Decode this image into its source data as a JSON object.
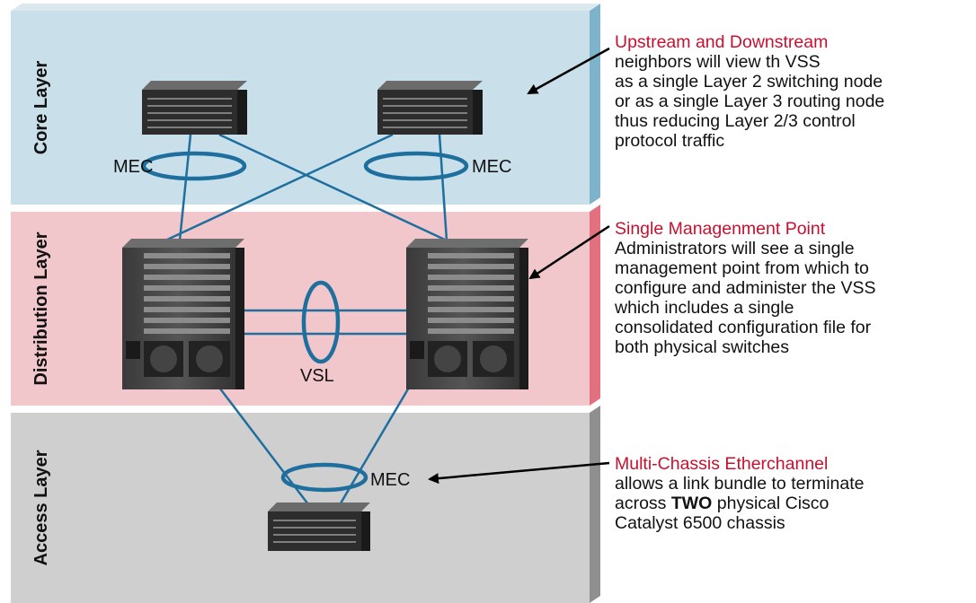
{
  "layers": [
    {
      "label": "Core Layer",
      "color": "#c9e0ea",
      "edge": "#7fb3cc"
    },
    {
      "label": "Distribution Layer",
      "color": "#f1c7cc",
      "edge": "#e3707f"
    },
    {
      "label": "Access Layer",
      "color": "#cfcfcf",
      "edge": "#8f8f8f"
    }
  ],
  "link_labels": {
    "core_left": "MEC",
    "core_right": "MEC",
    "vsl": "VSL",
    "access": "MEC"
  },
  "notes": [
    {
      "heading": "Upstream and Downstream",
      "lines": [
        "neighbors will view th VSS",
        "as a single Layer 2 switching node",
        "or as a single Layer 3 routing node",
        "thus reducing Layer 2/3 control",
        "protocol traffic"
      ]
    },
    {
      "heading": "Single Managenment Point",
      "lines": [
        "Administrators will see a single",
        "management point from which to",
        "configure and administer the VSS",
        "which includes a single",
        "consolidated configuration file for",
        "both physical switches"
      ]
    },
    {
      "heading": "Multi-Chassis Etherchannel",
      "line1": "allows a link bundle to terminate",
      "line2_pre": "across ",
      "line2_bold": "TWO",
      "line2_post": " physical Cisco",
      "line3": "Catalyst 6500 chassis"
    }
  ],
  "colors": {
    "heading": "#c8102e",
    "link": "#1f6f9e",
    "ring": "#1f6f9e"
  }
}
